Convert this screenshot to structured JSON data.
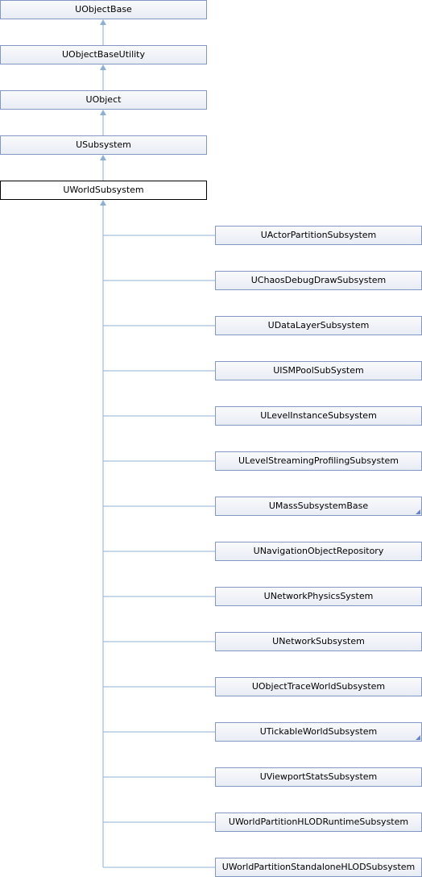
{
  "diagram": {
    "edge_color": "#8cb0d6",
    "ancestors": [
      {
        "id": "uobjectbase",
        "label": "UObjectBase"
      },
      {
        "id": "uobjectbaseutility",
        "label": "UObjectBaseUtility"
      },
      {
        "id": "uobject",
        "label": "UObject"
      },
      {
        "id": "usubsystem",
        "label": "USubsystem"
      }
    ],
    "current": {
      "id": "uworldsubsystem",
      "label": "UWorldSubsystem"
    },
    "children": [
      {
        "id": "uactorpartitionsubsystem",
        "label": "UActorPartitionSubsystem",
        "has_more": false
      },
      {
        "id": "uchaosdebugdrawsubsystem",
        "label": "UChaosDebugDrawSubsystem",
        "has_more": false
      },
      {
        "id": "udatalayersubsystem",
        "label": "UDataLayerSubsystem",
        "has_more": false
      },
      {
        "id": "uismpoolsubsystem",
        "label": "UISMPoolSubSystem",
        "has_more": false
      },
      {
        "id": "ulevelinstancesubsystem",
        "label": "ULevelInstanceSubsystem",
        "has_more": false
      },
      {
        "id": "ulevelstreamingprofilingsubsystem",
        "label": "ULevelStreamingProfilingSubsystem",
        "has_more": false
      },
      {
        "id": "umasssubsystembase",
        "label": "UMassSubsystemBase",
        "has_more": true
      },
      {
        "id": "unavigationobjectrepository",
        "label": "UNavigationObjectRepository",
        "has_more": false
      },
      {
        "id": "unetworkphysicssystem",
        "label": "UNetworkPhysicsSystem",
        "has_more": false
      },
      {
        "id": "unetworksubsystem",
        "label": "UNetworkSubsystem",
        "has_more": false
      },
      {
        "id": "uobjecttraceworldsubsystem",
        "label": "UObjectTraceWorldSubsystem",
        "has_more": false
      },
      {
        "id": "utickableworldsubsystem",
        "label": "UTickableWorldSubsystem",
        "has_more": true
      },
      {
        "id": "uviewportstatssubsystem",
        "label": "UViewportStatsSubsystem",
        "has_more": false
      },
      {
        "id": "uworldpartitionhlodruntimesubsystem",
        "label": "UWorldPartitionHLODRuntimeSubsystem",
        "has_more": false
      },
      {
        "id": "uworldpartitionstandalonehlodsubsystem",
        "label": "UWorldPartitionStandaloneHLODSubsystem",
        "has_more": false
      }
    ]
  }
}
